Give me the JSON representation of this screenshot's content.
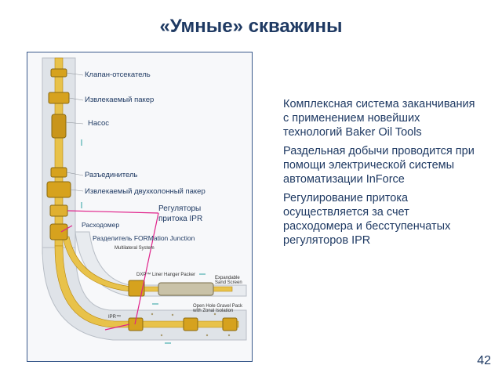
{
  "slide": {
    "title": "«Умные» скважины",
    "page_number": "42"
  },
  "diagram": {
    "labels": {
      "valve": "Клапан-отсекатель",
      "packer": "Извлекаемый пакер",
      "pump": "Насос",
      "disconnector": "Разъединитель",
      "dual_packer": "Извлекаемый двухколонный пакер",
      "regulators": "Регуляторы притока IPR",
      "flowmeter": "Расходомер",
      "separator": "Разделитель FORMation Junction",
      "multilateral": "Multilateral System",
      "liner_hanger": "DXP™ Liner Hanger Packer",
      "sand_screen": "Expandable Sand Screen",
      "gravel_pack": "Open Hole Gravel Pack with Zonal Isolation",
      "ipr_small": "IPR™"
    },
    "colors": {
      "tubing_gold": "#d6a21e",
      "casing_gray": "#cfd4da",
      "callout_magenta": "#e0218a",
      "frame_blue": "#3a5a8c"
    }
  },
  "bullets": [
    "Комплексная система заканчивания с применением новейших технологий Baker Oil Tools",
    "Раздельная добычи проводится при помощи электрической системы автоматизации InForce",
    "Регулирование притока осуществляется за счет расходомера и бесступенчатых регуляторов IPR"
  ]
}
